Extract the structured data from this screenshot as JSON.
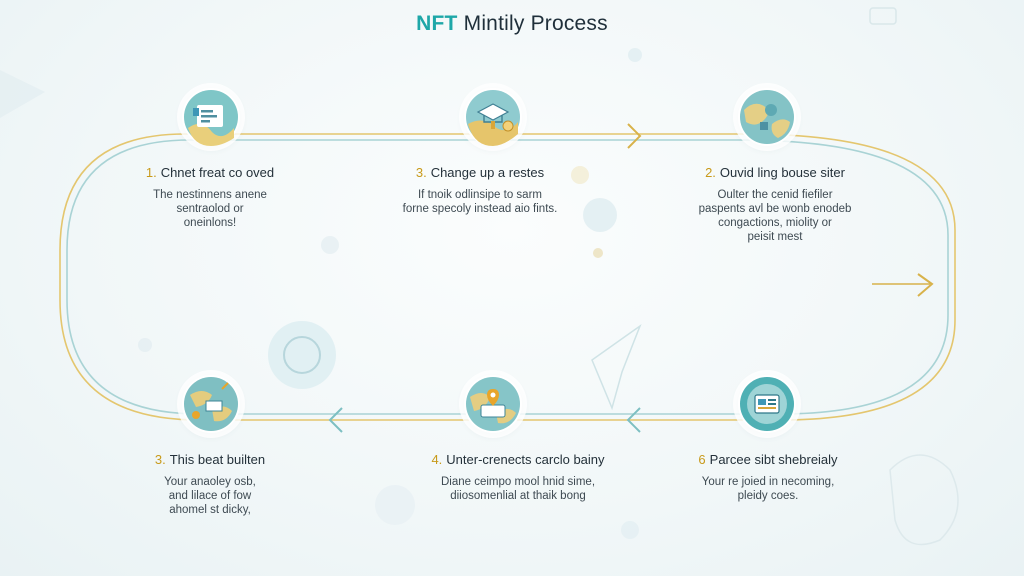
{
  "title": {
    "accent": "NFT",
    "rest": "Mintily Process"
  },
  "steps": [
    {
      "num": "1.",
      "title": "Chnet freat co oved",
      "desc": "The nestinnens anene\nsentraolod or\noneinlons!",
      "icon": "document-icon"
    },
    {
      "num": "3.",
      "title": "Change up a restes",
      "desc": "If tnoik odlinsipe to sarm\nforne specoly instead aio fints.",
      "icon": "blueprint-icon"
    },
    {
      "num": "2.",
      "title": "Ouvid ling bouse siter",
      "desc": "Oulter the cenid fiefiler\npaspents avl be wonb enodeb\ncongactions, miolity or\npeisit mest",
      "icon": "globe-icon"
    },
    {
      "num": "3.",
      "title": "This beat builten",
      "desc": "Your anaoley osb,\nand lilace of fow\nahomel st dicky,",
      "icon": "map-icon"
    },
    {
      "num": "4.",
      "title": "Unter-crenects carclo bainy",
      "desc": "Diane ceimpo mool hnid sime,\ndiiosomenlial at thaik bong",
      "icon": "pin-icon"
    },
    {
      "num": "6",
      "title": "Parcee sibt shebreialy",
      "desc": "Your re joied in necoming,\npleidy coes.",
      "icon": "panel-icon"
    }
  ],
  "colors": {
    "teal": "#1ea7a8",
    "gold": "#d8b24a",
    "line": "#9fcfd2"
  }
}
